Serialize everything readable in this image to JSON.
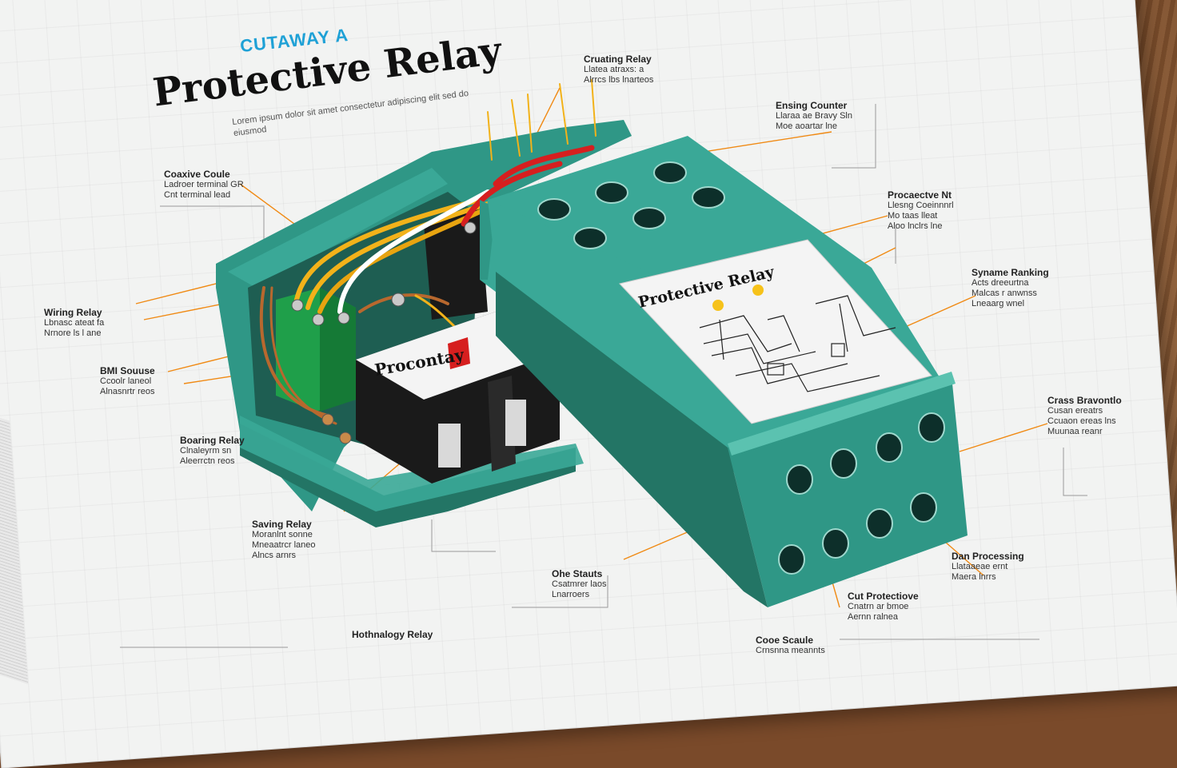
{
  "title": {
    "kicker": "CUTAWAY A",
    "main": "Protective Relay",
    "subtitle": "Lorem ipsum dolor sit amet consectetur adipiscing elit sed do eiusmod"
  },
  "device": {
    "housing_label": "Protective Relay",
    "inner_relay_label": "Procontay",
    "colors": {
      "housing": "#3aa897",
      "housing_dark": "#237565",
      "relay_body": "#1a1a1a",
      "coil": "#1f9f4a",
      "wire_yellow": "#f2b21a",
      "wire_red": "#d61f1f",
      "copper": "#b8682e",
      "leader": "#f08a14"
    }
  },
  "callouts": [
    {
      "title": "Coaxive Coule",
      "lines": [
        "Ladroer terminal GR",
        "Cnt terminal lead"
      ]
    },
    {
      "title": "Cruating Relay",
      "lines": [
        "Llatea atraxs: a",
        "Alrrcs lbs lnarteos"
      ]
    },
    {
      "title": "Ensing Counter",
      "lines": [
        "Llaraa ae Bravy Sln",
        "Moe aoartar lne"
      ]
    },
    {
      "title": "Procaectve Nt",
      "lines": [
        "Llesng Coeinnnrl",
        "Mo taas lleat",
        "Aloo lnclrs lne"
      ]
    },
    {
      "title": "Wiring Relay",
      "lines": [
        "Lbnasc ateat fa",
        "Nrnore ls l ane"
      ]
    },
    {
      "title": "Syname Ranking",
      "lines": [
        "Acts dreeurtna",
        "Malcas r anwnss",
        "Lneaarg wnel"
      ]
    },
    {
      "title": "BMI Souuse",
      "lines": [
        "Ccoolr laneol",
        "Alnasnrtr reos"
      ]
    },
    {
      "title": "Boaring Relay",
      "lines": [
        "Clnaleyrm sn",
        "Aleerrctn reos"
      ]
    },
    {
      "title": "Crass Bravontlo",
      "lines": [
        "Cusan ereatrs",
        "Ccuaon ereas lns",
        "Muunaa reanr"
      ]
    },
    {
      "title": "Saving Relay",
      "lines": [
        "Moranlnt sonne",
        "Mneaatrcr laneo",
        "Alncs arnrs"
      ]
    },
    {
      "title": "Ohe Stauts",
      "lines": [
        "Csatmrer laos",
        "Lnarroers"
      ]
    },
    {
      "title": "Dan Processing",
      "lines": [
        "Llataaeae ernt",
        "Maera lnrrs"
      ]
    },
    {
      "title": "Cut Protectiove",
      "lines": [
        "Cnatrn ar bmoe",
        "Aernn ralnea"
      ]
    },
    {
      "title": "Hothnalogy Relay",
      "lines": []
    },
    {
      "title": "Cooe Scaule",
      "lines": [
        "Crnsnna meannts"
      ]
    }
  ]
}
